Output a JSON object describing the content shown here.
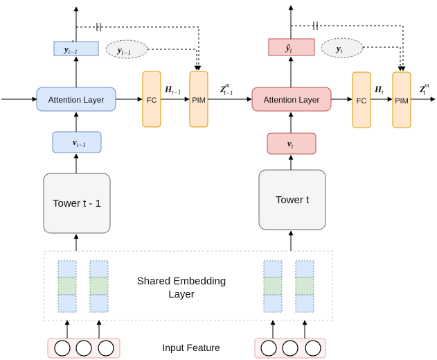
{
  "input_feature": "Input Feature",
  "shared_embedding": {
    "line1": "Shared Embedding",
    "line2": "Layer"
  },
  "left": {
    "tower": "Tower t - 1",
    "v": "v",
    "v_sub": "t−1",
    "attention": "Attention Layer",
    "fc": "FC",
    "pim": "PIM",
    "H": "H",
    "H_sub": "t−1",
    "Z": "Z",
    "Z_sub": "t−1",
    "Z_sup": "m",
    "yhat": "y",
    "yhat_sub": "t−1",
    "y": "y",
    "y_sub": "t−1"
  },
  "right": {
    "tower": "Tower t",
    "v": "v",
    "v_sub": "t",
    "attention": "Attention Layer",
    "fc": "FC",
    "pim": "PIM",
    "H": "H",
    "H_sub": "t",
    "Z": "Z",
    "Z_sub": "t",
    "Z_sup": "m",
    "yhat": "ŷ",
    "yhat_sub": "t",
    "y": "y",
    "y_sub": "t"
  },
  "colors": {
    "blue_fill": "#dae8fc",
    "blue_stroke": "#6c8ebf",
    "red_fill": "#f8cecc",
    "red_stroke": "#b85450",
    "orange_fill": "#ffe6cc",
    "orange_stroke": "#d79b00",
    "green_fill": "#d5e8d4",
    "green_stroke": "#82b366",
    "gray_fill": "#f5f5f5",
    "gray_stroke": "#666666"
  }
}
